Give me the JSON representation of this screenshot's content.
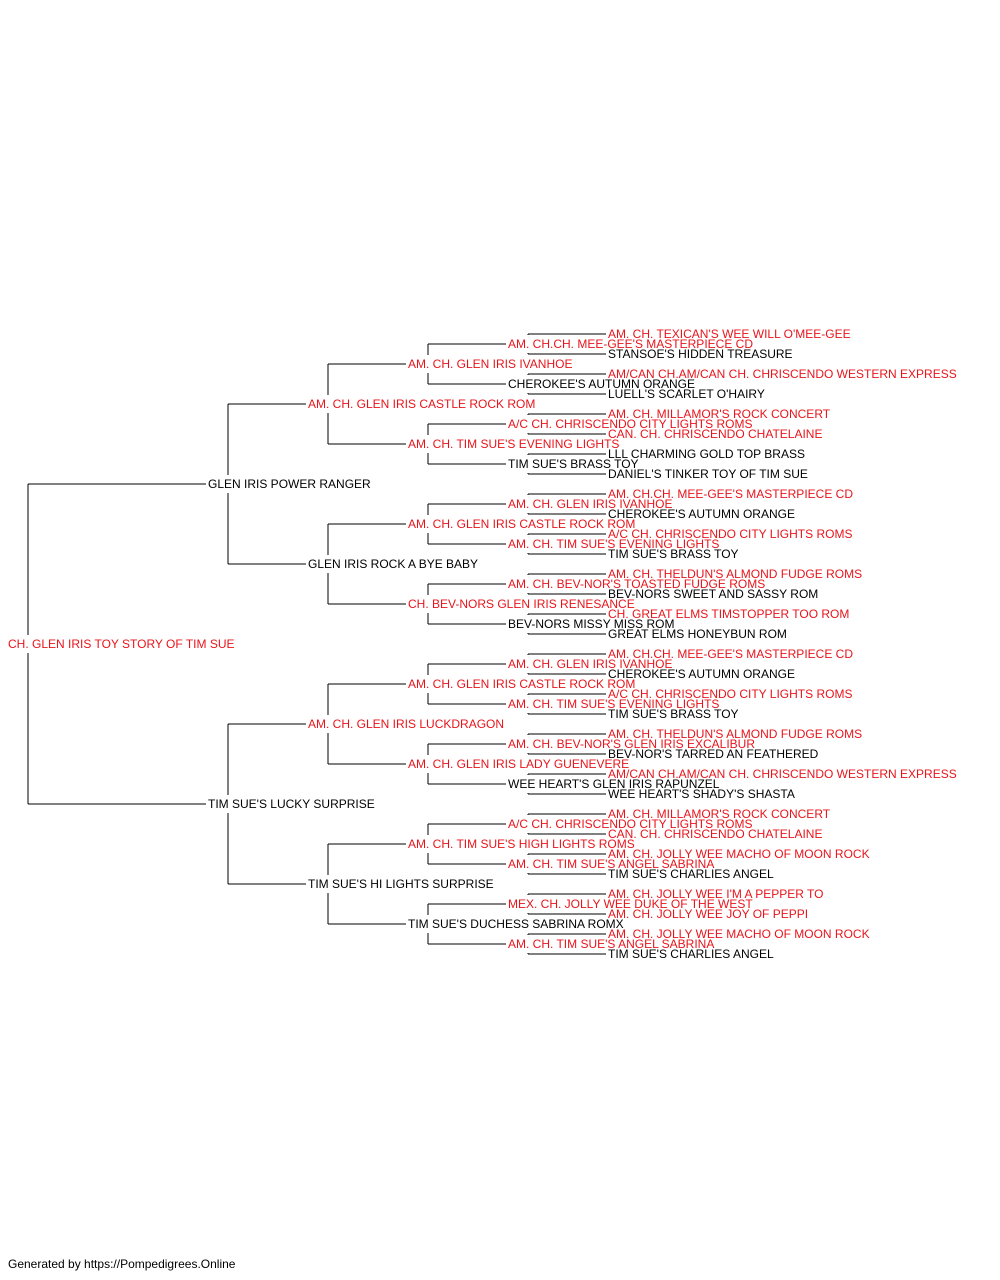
{
  "colors": {
    "champion": "#e8141b",
    "normal": "#000000",
    "line": "#000000",
    "background": "#ffffff"
  },
  "pedigree": {
    "name": "CH. GLEN IRIS TOY STORY OF TIM SUE",
    "sire": {
      "name": "GLEN IRIS POWER RANGER",
      "sire": {
        "name": "AM. CH. GLEN IRIS CASTLE ROCK ROM",
        "sire": {
          "name": "AM. CH. GLEN IRIS IVANHOE",
          "sire": {
            "name": "AM. CH.CH. MEE-GEE'S MASTERPIECE CD",
            "sire": {
              "name": "AM. CH. TEXICAN'S WEE WILL O'MEE-GEE"
            },
            "dam": {
              "name": "STANSOE'S HIDDEN TREASURE"
            }
          },
          "dam": {
            "name": "CHEROKEE'S AUTUMN ORANGE",
            "sire": {
              "name": "AM/CAN CH.AM/CAN CH. CHRISCENDO WESTERN EXPRESS"
            },
            "dam": {
              "name": "LUELL'S SCARLET O'HAIRY"
            }
          }
        },
        "dam": {
          "name": "AM. CH. TIM SUE'S EVENING LIGHTS",
          "sire": {
            "name": "A/C CH. CHRISCENDO CITY LIGHTS ROMS",
            "sire": {
              "name": "AM. CH. MILLAMOR'S ROCK CONCERT"
            },
            "dam": {
              "name": "CAN. CH. CHRISCENDO CHATELAINE"
            }
          },
          "dam": {
            "name": "TIM SUE'S BRASS TOY",
            "sire": {
              "name": "LLL CHARMING GOLD TOP BRASS"
            },
            "dam": {
              "name": "DANIEL'S TINKER TOY OF TIM SUE"
            }
          }
        }
      },
      "dam": {
        "name": "GLEN IRIS ROCK A BYE BABY",
        "sire": {
          "name": "AM. CH. GLEN IRIS CASTLE ROCK ROM",
          "sire": {
            "name": "AM. CH. GLEN IRIS IVANHOE",
            "sire": {
              "name": "AM. CH.CH. MEE-GEE'S MASTERPIECE CD"
            },
            "dam": {
              "name": "CHEROKEE'S AUTUMN ORANGE"
            }
          },
          "dam": {
            "name": "AM. CH. TIM SUE'S EVENING LIGHTS",
            "sire": {
              "name": "A/C CH. CHRISCENDO CITY LIGHTS ROMS"
            },
            "dam": {
              "name": "TIM SUE'S BRASS TOY"
            }
          }
        },
        "dam": {
          "name": "CH. BEV-NORS GLEN IRIS RENESANCE",
          "sire": {
            "name": "AM. CH. BEV-NOR'S TOASTED FUDGE ROMS",
            "sire": {
              "name": "AM. CH. THELDUN'S ALMOND FUDGE ROMS"
            },
            "dam": {
              "name": "BEV-NORS SWEET AND SASSY ROM"
            }
          },
          "dam": {
            "name": "BEV-NORS MISSY MISS ROM",
            "sire": {
              "name": "CH. GREAT ELMS TIMSTOPPER TOO ROM"
            },
            "dam": {
              "name": "GREAT ELMS HONEYBUN ROM"
            }
          }
        }
      }
    },
    "dam": {
      "name": "TIM SUE'S LUCKY SURPRISE",
      "sire": {
        "name": "AM. CH. GLEN IRIS LUCKDRAGON",
        "sire": {
          "name": "AM. CH. GLEN IRIS CASTLE ROCK ROM",
          "sire": {
            "name": "AM. CH. GLEN IRIS IVANHOE",
            "sire": {
              "name": "AM. CH.CH. MEE-GEE'S MASTERPIECE CD"
            },
            "dam": {
              "name": "CHEROKEE'S AUTUMN ORANGE"
            }
          },
          "dam": {
            "name": "AM. CH. TIM SUE'S EVENING LIGHTS",
            "sire": {
              "name": "A/C CH. CHRISCENDO CITY LIGHTS ROMS"
            },
            "dam": {
              "name": "TIM SUE'S BRASS TOY"
            }
          }
        },
        "dam": {
          "name": "AM. CH. GLEN IRIS LADY GUENEVERE",
          "sire": {
            "name": "AM. CH. BEV-NOR'S GLEN IRIS EXCALIBUR",
            "sire": {
              "name": "AM. CH. THELDUN'S ALMOND FUDGE ROMS"
            },
            "dam": {
              "name": "BEV-NOR'S TARRED AN FEATHERED"
            }
          },
          "dam": {
            "name": "WEE HEART'S GLEN IRIS RAPUNZEL",
            "sire": {
              "name": "AM/CAN CH.AM/CAN CH. CHRISCENDO WESTERN EXPRESS"
            },
            "dam": {
              "name": "WEE HEART'S SHADY'S SHASTA"
            }
          }
        }
      },
      "dam": {
        "name": "TIM SUE'S HI LIGHTS SURPRISE",
        "sire": {
          "name": "AM. CH. TIM SUE'S HIGH LIGHTS ROMS",
          "sire": {
            "name": "A/C CH. CHRISCENDO CITY LIGHTS ROMS",
            "sire": {
              "name": "AM. CH. MILLAMOR'S ROCK CONCERT"
            },
            "dam": {
              "name": "CAN. CH. CHRISCENDO CHATELAINE"
            }
          },
          "dam": {
            "name": "AM. CH. TIM SUE'S ANGEL SABRINA",
            "sire": {
              "name": "AM. CH. JOLLY WEE MACHO OF MOON ROCK"
            },
            "dam": {
              "name": "TIM SUE'S CHARLIES ANGEL"
            }
          }
        },
        "dam": {
          "name": "TIM SUE'S DUCHESS SABRINA ROMX",
          "sire": {
            "name": "MEX. CH. JOLLY WEE DUKE OF THE WEST",
            "sire": {
              "name": "AM. CH. JOLLY WEE I'M A PEPPER TO"
            },
            "dam": {
              "name": "AM. CH. JOLLY WEE JOY OF PEPPI"
            }
          },
          "dam": {
            "name": "AM. CH. TIM SUE'S ANGEL SABRINA",
            "sire": {
              "name": "AM. CH. JOLLY WEE MACHO OF MOON ROCK"
            },
            "dam": {
              "name": "TIM SUE'S CHARLIES ANGEL"
            }
          }
        }
      }
    }
  },
  "footer": {
    "text": "Generated by https://Pompedigrees.Online"
  }
}
